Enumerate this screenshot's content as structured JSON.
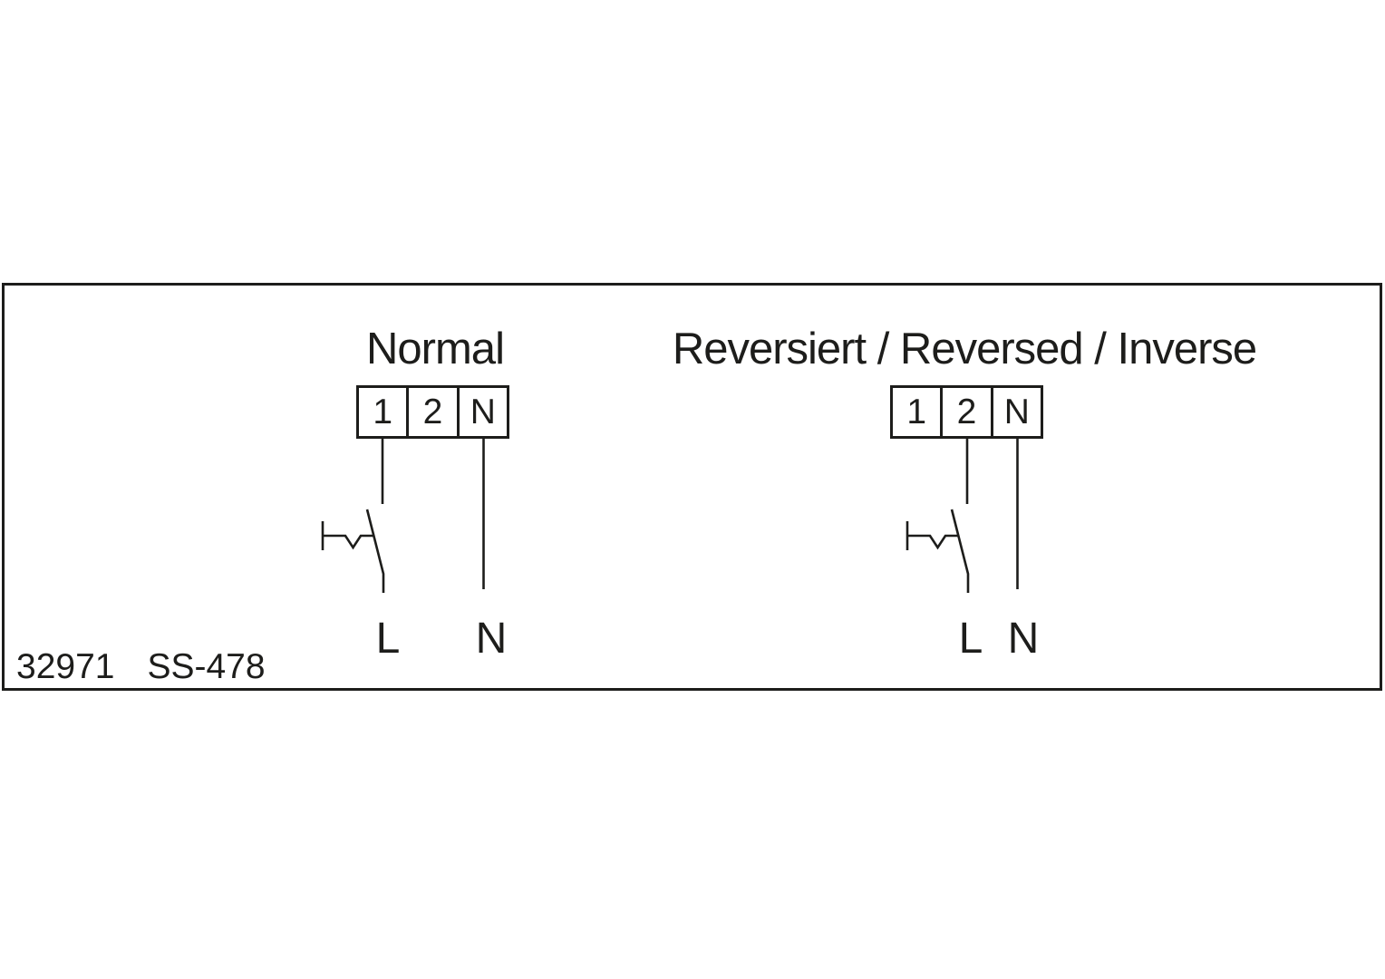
{
  "colors": {
    "line": "#1d1d1b",
    "background": "#ffffff"
  },
  "diagrams": [
    {
      "id": "normal",
      "title": "Normal",
      "terminals": [
        "1",
        "2",
        "N"
      ],
      "wired_terminals": [
        "1",
        "N"
      ],
      "switch_symbol": "spst-switch-with-actuator",
      "bottom_labels": {
        "line": "L",
        "neutral": "N"
      }
    },
    {
      "id": "reversed",
      "title": "Reversiert / Reversed / Inverse",
      "terminals": [
        "1",
        "2",
        "N"
      ],
      "wired_terminals": [
        "2",
        "N"
      ],
      "switch_symbol": "spst-switch-with-actuator",
      "bottom_labels": {
        "line": "L",
        "neutral": "N"
      }
    }
  ],
  "footer": {
    "doc_number": "32971",
    "sheet_code": "SS-478"
  }
}
